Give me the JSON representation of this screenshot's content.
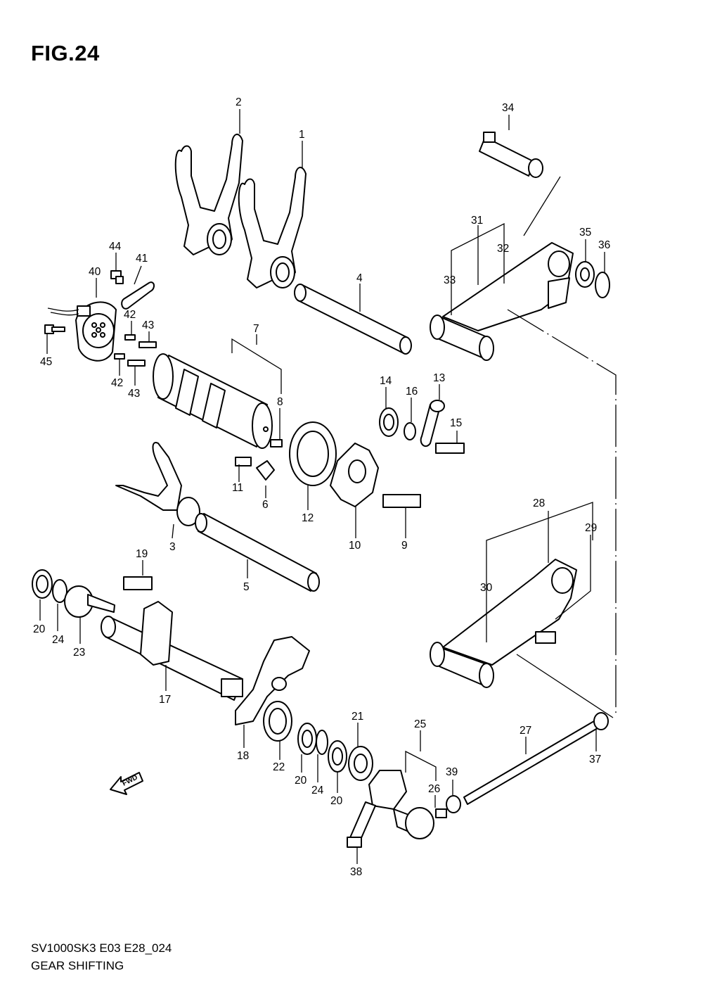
{
  "figure": {
    "title": "FIG.24"
  },
  "footer": {
    "model_code": "SV1000SK3 E03 E28_024",
    "caption": "GEAR SHIFTING"
  },
  "fwd_arrow": {
    "label": "FWD",
    "icon": "forward-arrow-icon"
  },
  "callouts": {
    "c1": "1",
    "c2": "2",
    "c3": "3",
    "c4": "4",
    "c5": "5",
    "c6": "6",
    "c7": "7",
    "c8": "8",
    "c9": "9",
    "c10": "10",
    "c11": "11",
    "c12": "12",
    "c13": "13",
    "c14": "14",
    "c15": "15",
    "c16": "16",
    "c17": "17",
    "c18": "18",
    "c19": "19",
    "c20a": "20",
    "c20b": "20",
    "c20c": "20",
    "c21": "21",
    "c22": "22",
    "c23": "23",
    "c24a": "24",
    "c24b": "24",
    "c25": "25",
    "c26": "26",
    "c27": "27",
    "c28": "28",
    "c29": "29",
    "c30": "30",
    "c31": "31",
    "c32": "32",
    "c33": "33",
    "c34": "34",
    "c35": "35",
    "c36": "36",
    "c37": "37",
    "c38": "38",
    "c39": "39",
    "c40": "40",
    "c41": "41",
    "c42a": "42",
    "c42b": "42",
    "c43a": "43",
    "c43b": "43",
    "c44": "44",
    "c45": "45"
  }
}
